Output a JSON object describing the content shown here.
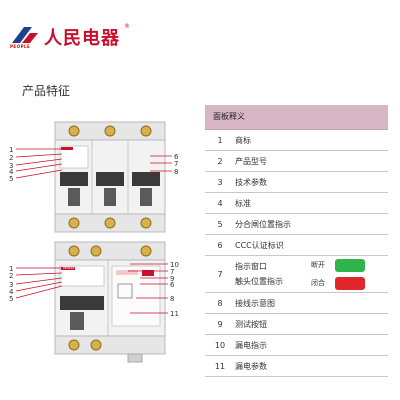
{
  "header": {
    "brand_text": "人民电器",
    "brand_en": "PEOPLE",
    "reg_mark": "®",
    "section_title": "产品特征"
  },
  "diagram": {
    "top_callouts": [
      "1",
      "2",
      "3",
      "4",
      "5"
    ],
    "top_right_callouts": [
      "6",
      "7",
      "8"
    ],
    "bottom_left_callouts": [
      "1",
      "2",
      "3",
      "4",
      "5"
    ],
    "bottom_right_callouts": [
      "10",
      "7",
      "9",
      "6",
      "8",
      "11"
    ],
    "device_brand": "PEOPLE"
  },
  "table": {
    "header": "面板释义",
    "rows": [
      {
        "num": "1",
        "text": "商标"
      },
      {
        "num": "2",
        "text": "产品型号"
      },
      {
        "num": "3",
        "text": "技术参数"
      },
      {
        "num": "4",
        "text": "标准"
      },
      {
        "num": "5",
        "text": "分合闸位置指示"
      },
      {
        "num": "6",
        "text": "CCC认证标识"
      }
    ],
    "row7": {
      "num": "7",
      "line1": "指示窗口",
      "line2": "触头位置指示",
      "off_label": "断开",
      "on_label": "闭合",
      "off_color": "#2fb44a",
      "on_color": "#e0252b"
    },
    "rows_after": [
      {
        "num": "8",
        "text": "接线示意图"
      },
      {
        "num": "9",
        "text": "测试按钮"
      },
      {
        "num": "10",
        "text": "漏电指示"
      },
      {
        "num": "11",
        "text": "漏电参数"
      }
    ]
  }
}
